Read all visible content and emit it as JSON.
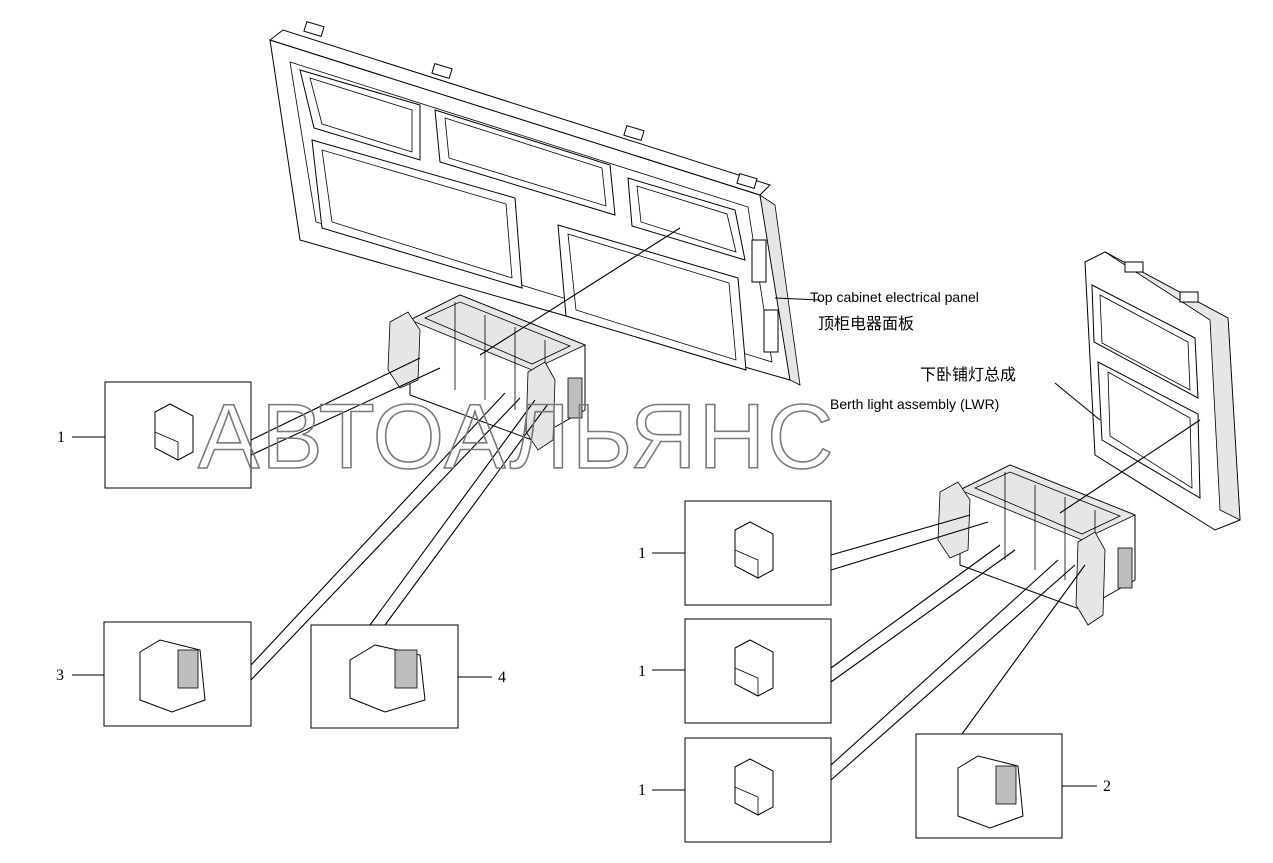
{
  "watermark": "АВТОАЛЬЯНС",
  "panel_label": {
    "en": "Top cabinet electrical panel",
    "cn": "顶柜电器面板"
  },
  "berth_label": {
    "cn": "下卧铺灯总成",
    "en": "Berth light assembly (LWR)"
  },
  "callouts": [
    {
      "id": "left-1",
      "text": "1"
    },
    {
      "id": "left-3",
      "text": "3"
    },
    {
      "id": "left-4",
      "text": "4"
    },
    {
      "id": "right-1a",
      "text": "1"
    },
    {
      "id": "right-1b",
      "text": "1"
    },
    {
      "id": "right-1c",
      "text": "1"
    },
    {
      "id": "right-2",
      "text": "2"
    }
  ]
}
